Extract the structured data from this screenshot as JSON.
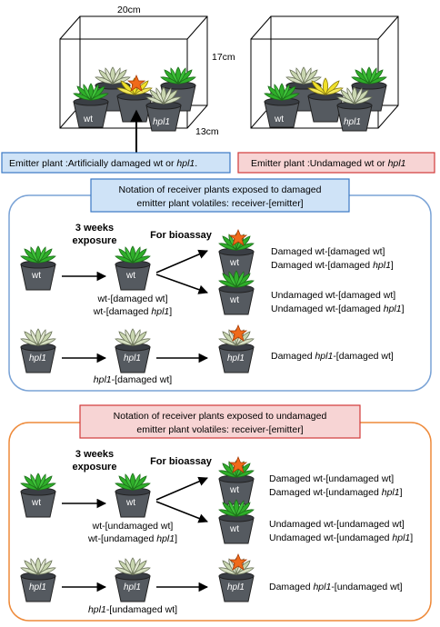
{
  "dimensions": {
    "width": "20cm",
    "height": "17cm",
    "depth": "13cm"
  },
  "emitter_damaged": {
    "prefix": "Emitter plant :Artificially damaged wt or ",
    "mutant": "hpl1",
    "suffix": "."
  },
  "emitter_undamaged": {
    "prefix": "Emitter plant :Undamaged wt or ",
    "mutant": "hpl1",
    "suffix": ""
  },
  "pot_labels": {
    "wt": "wt",
    "mutant": "hpl1"
  },
  "section_damaged": {
    "title_line1": "Notation of receiver plants exposed to damaged",
    "title_line2": "emitter plant volatiles: receiver-[emitter]",
    "exposure_line1": "3 weeks",
    "exposure_line2": "exposure",
    "bioassay": "For bioassay",
    "wt_mid_line1": "wt-[damaged wt]",
    "wt_mid_line2a": "wt-[damaged ",
    "wt_mid_line2b": "hpl1",
    "wt_mid_line2c": "]",
    "out_damaged_1": "Damaged wt-[damaged wt]",
    "out_damaged_2a": "Damaged wt-[damaged ",
    "out_damaged_2b": "hpl1",
    "out_damaged_2c": "]",
    "out_undamaged_1": "Undamaged wt-[damaged wt]",
    "out_undamaged_2a": "Undamaged wt-[damaged ",
    "out_undamaged_2b": "hpl1",
    "out_undamaged_2c": "]",
    "mut_mid_a": "hpl1",
    "mut_mid_b": "-[damaged wt]",
    "mut_out_a": "Damaged ",
    "mut_out_b": "hpl1",
    "mut_out_c": "-[damaged wt]"
  },
  "section_undamaged": {
    "title_line1": "Notation of receiver plants exposed to undamaged",
    "title_line2": "emitter plant volatiles: receiver-[emitter]",
    "exposure_line1": "3 weeks",
    "exposure_line2": "exposure",
    "bioassay": "For bioassay",
    "wt_mid_line1": "wt-[undamaged wt]",
    "wt_mid_line2a": "wt-[undamaged ",
    "wt_mid_line2b": "hpl1",
    "wt_mid_line2c": "]",
    "out_damaged_1": "Damaged wt-[undamaged wt]",
    "out_damaged_2a": "Damaged wt-[undamaged ",
    "out_damaged_2b": "hpl1",
    "out_damaged_2c": "]",
    "out_undamaged_1": "Undamaged wt-[undamaged wt]",
    "out_undamaged_2a": "Undamaged wt-[undamaged ",
    "out_undamaged_2b": "hpl1",
    "out_undamaged_2c": "]",
    "mut_mid_a": "hpl1",
    "mut_mid_b": "-[undamaged wt]",
    "mut_out_a": "Damaged ",
    "mut_out_b": "hpl1",
    "mut_out_c": "-[undamaged wt]"
  },
  "colors": {
    "emitter_damaged_fill": "#cfe3f7",
    "emitter_damaged_border": "#3b79c4",
    "emitter_undamaged_fill": "#f7d4d4",
    "emitter_undamaged_border": "#d23a3a",
    "section_damaged_border": "#7aa3d6",
    "section_undamaged_border": "#ee8a3a",
    "pot": "#555a60",
    "wt_leaf": "#2fae2a",
    "mutant_leaf": "#c9d6b0",
    "yellow_leaf": "#f0e02a",
    "damage_star": "#f06a1a"
  }
}
